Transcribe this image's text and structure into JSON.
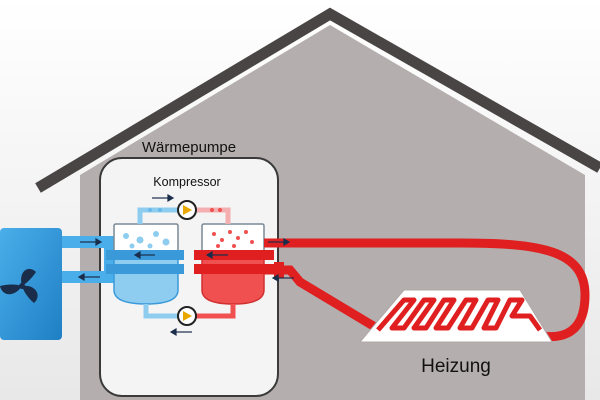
{
  "diagram": {
    "labels": {
      "heat_pump": "Wärmepumpe",
      "compressor": "Kompressor",
      "heating": "Heizung"
    },
    "colors": {
      "house_wall": "#b5aeae",
      "house_roof": "#4a4545",
      "unit_box": "#f4f4f4",
      "cold": "#8ecdf0",
      "cold_dark": "#3a9ad9",
      "hot": "#f05050",
      "hot_dark": "#e02020",
      "outdoor_unit": "#2f96d8"
    },
    "icons": {
      "fan": "fan-icon",
      "pump": "pump-icon",
      "arrow": "flow-arrow-icon"
    }
  }
}
